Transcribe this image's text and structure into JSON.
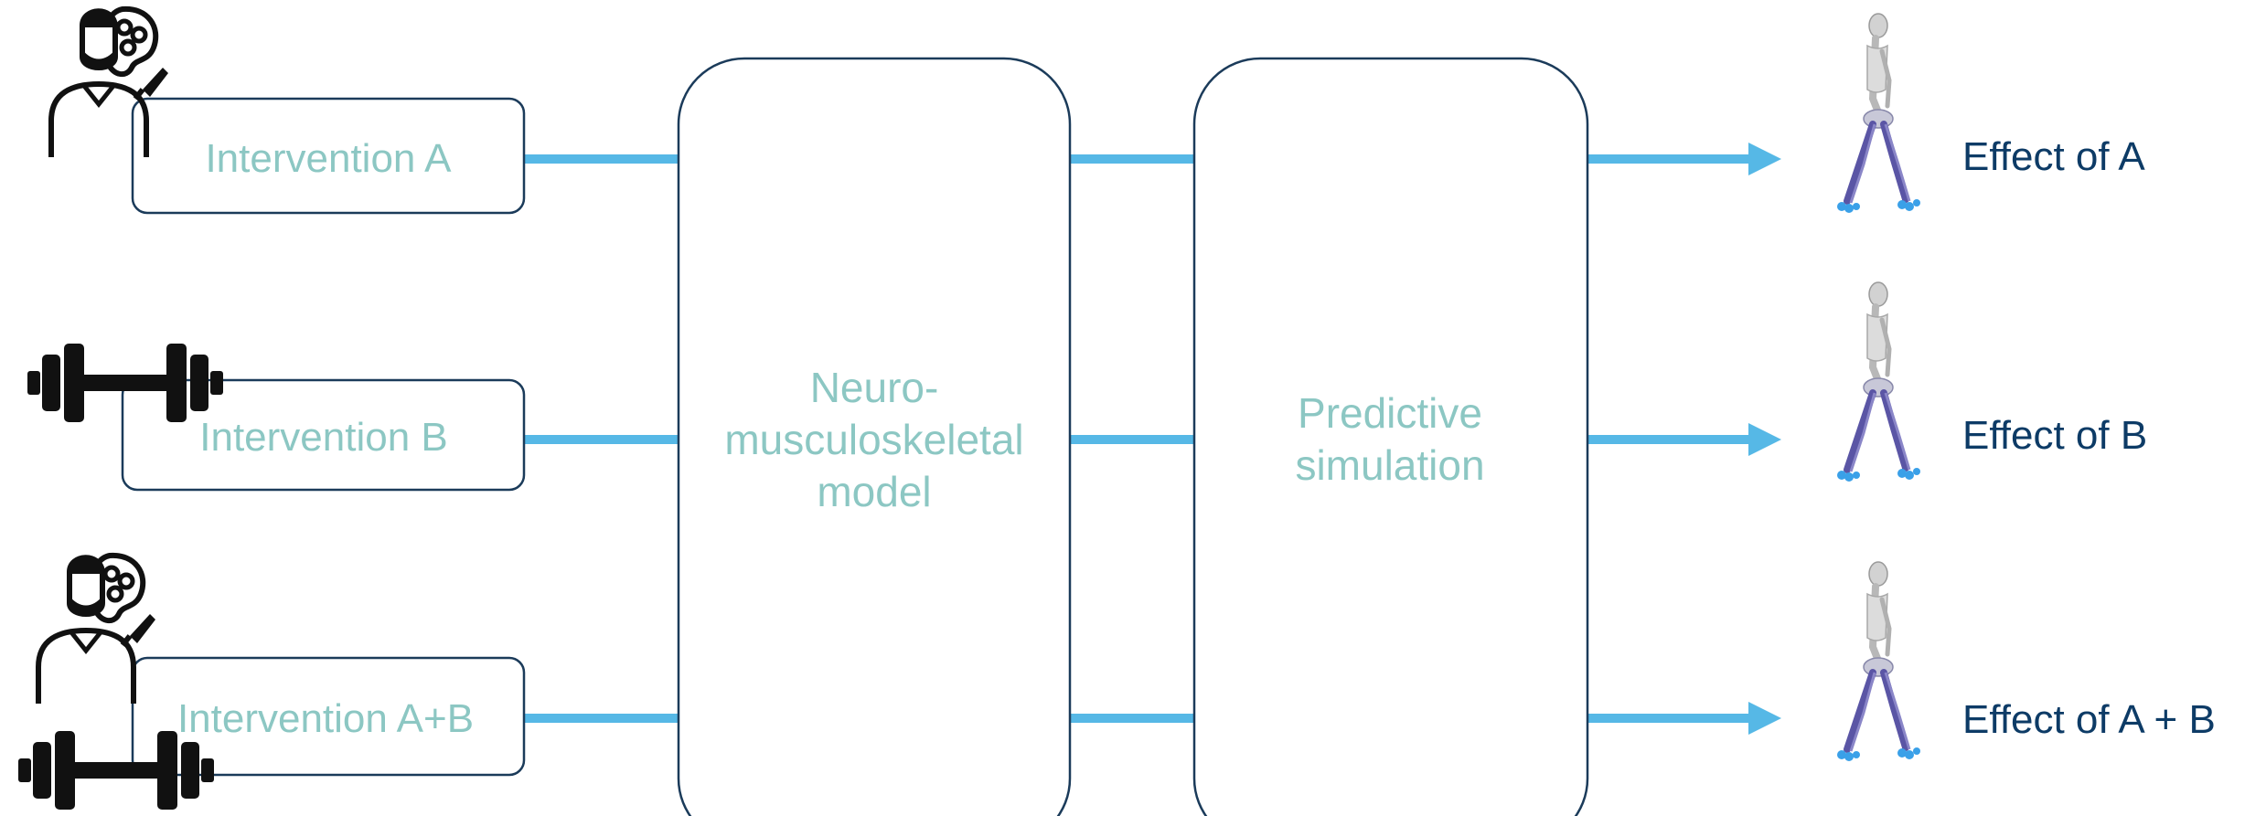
{
  "interventions": [
    {
      "label": "Intervention A",
      "icon": "surgeon-icon"
    },
    {
      "label": "Intervention B",
      "icon": "dumbbell-icon"
    },
    {
      "label": "Intervention A+B",
      "icon": "surgeon-dumbbell-icon"
    }
  ],
  "model_block": {
    "line1": "Neuro-",
    "line2": "musculoskeletal",
    "line3": "model"
  },
  "simulation_block": {
    "line1": "Predictive",
    "line2": "simulation"
  },
  "effects": [
    {
      "label": "Effect of A",
      "icon": "walking-skeleton-icon"
    },
    {
      "label": "Effect of B",
      "icon": "walking-skeleton-icon"
    },
    {
      "label": "Effect of A + B",
      "icon": "walking-skeleton-icon"
    }
  ],
  "colors": {
    "connector": "#56b8e6",
    "box_stroke": "#1b3b5a",
    "block_text": "#8cc7c3",
    "effect_text": "#0d3b66"
  }
}
